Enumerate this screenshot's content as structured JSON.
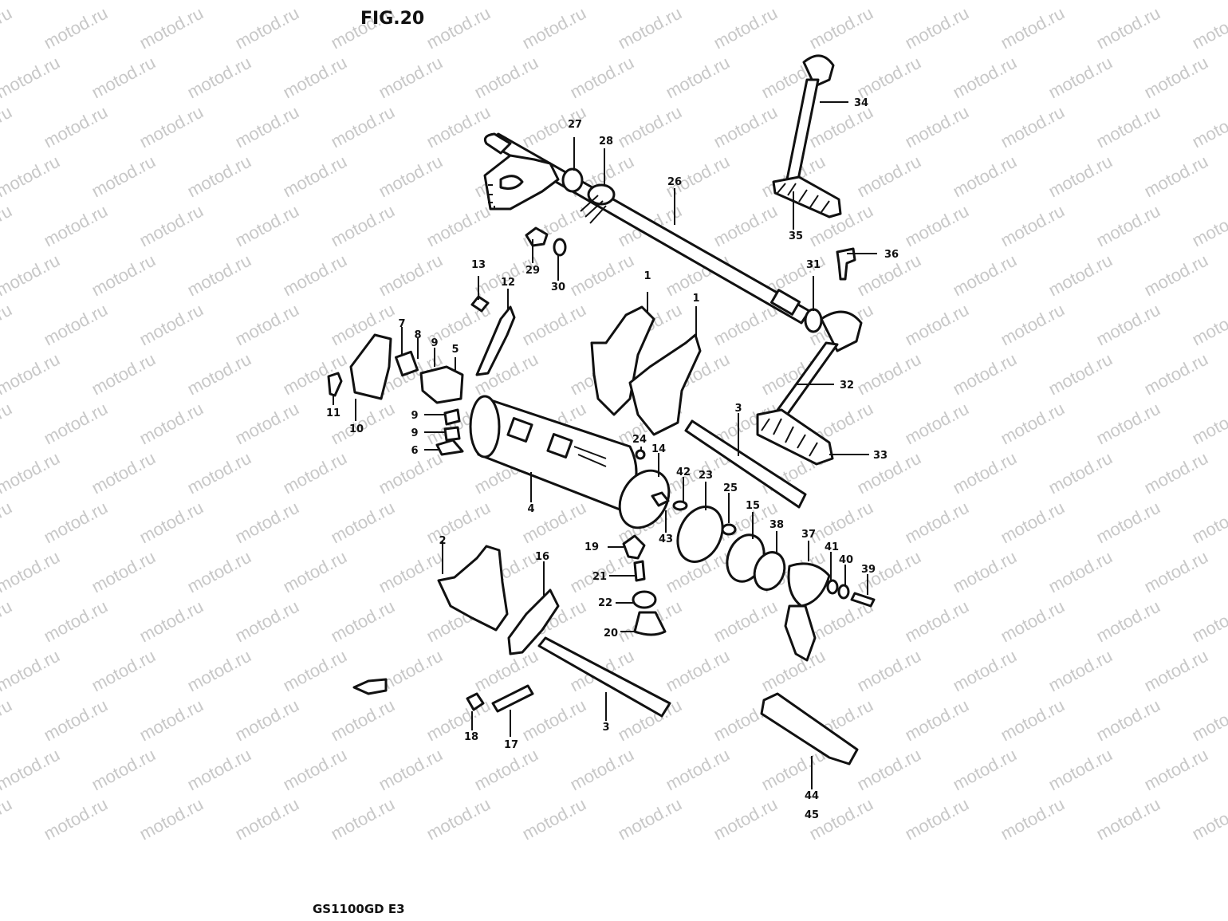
{
  "figure": {
    "title": "FIG.20",
    "model_code": "GS1100GD E3"
  },
  "watermark": {
    "text": "motod.ru"
  },
  "callouts": [
    {
      "id": "c1a",
      "text": "1"
    },
    {
      "id": "c1b",
      "text": "1"
    },
    {
      "id": "c2",
      "text": "2"
    },
    {
      "id": "c3a",
      "text": "3"
    },
    {
      "id": "c3b",
      "text": "3"
    },
    {
      "id": "c4",
      "text": "4"
    },
    {
      "id": "c5",
      "text": "5"
    },
    {
      "id": "c6",
      "text": "6"
    },
    {
      "id": "c7",
      "text": "7"
    },
    {
      "id": "c8",
      "text": "8"
    },
    {
      "id": "c9a",
      "text": "9"
    },
    {
      "id": "c9b",
      "text": "9"
    },
    {
      "id": "c9c",
      "text": "9"
    },
    {
      "id": "c10",
      "text": "10"
    },
    {
      "id": "c11",
      "text": "11"
    },
    {
      "id": "c12",
      "text": "12"
    },
    {
      "id": "c13",
      "text": "13"
    },
    {
      "id": "c14",
      "text": "14"
    },
    {
      "id": "c15",
      "text": "15"
    },
    {
      "id": "c16",
      "text": "16"
    },
    {
      "id": "c17",
      "text": "17"
    },
    {
      "id": "c18",
      "text": "18"
    },
    {
      "id": "c19",
      "text": "19"
    },
    {
      "id": "c20",
      "text": "20"
    },
    {
      "id": "c21",
      "text": "21"
    },
    {
      "id": "c22",
      "text": "22"
    },
    {
      "id": "c23",
      "text": "23"
    },
    {
      "id": "c24",
      "text": "24"
    },
    {
      "id": "c25",
      "text": "25"
    },
    {
      "id": "c26",
      "text": "26"
    },
    {
      "id": "c27",
      "text": "27"
    },
    {
      "id": "c28",
      "text": "28"
    },
    {
      "id": "c29",
      "text": "29"
    },
    {
      "id": "c30",
      "text": "30"
    },
    {
      "id": "c31",
      "text": "31"
    },
    {
      "id": "c32",
      "text": "32"
    },
    {
      "id": "c33",
      "text": "33"
    },
    {
      "id": "c34",
      "text": "34"
    },
    {
      "id": "c35",
      "text": "35"
    },
    {
      "id": "c36",
      "text": "36"
    },
    {
      "id": "c37",
      "text": "37"
    },
    {
      "id": "c38",
      "text": "38"
    },
    {
      "id": "c39",
      "text": "39"
    },
    {
      "id": "c40",
      "text": "40"
    },
    {
      "id": "c41",
      "text": "41"
    },
    {
      "id": "c42",
      "text": "42"
    },
    {
      "id": "c43",
      "text": "43"
    },
    {
      "id": "c44",
      "text": "44"
    },
    {
      "id": "c45",
      "text": "45"
    }
  ]
}
